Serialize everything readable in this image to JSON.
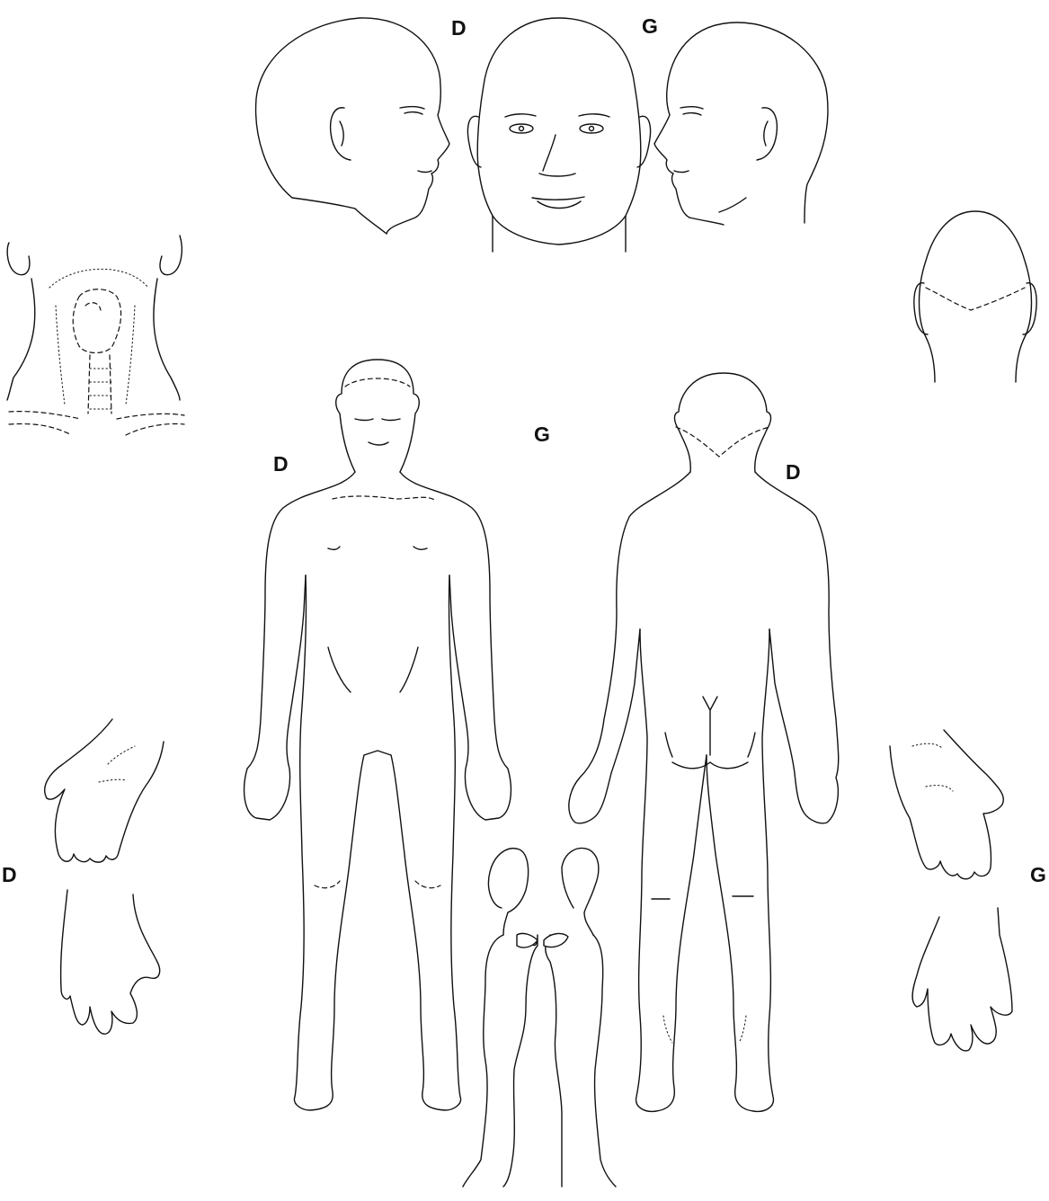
{
  "labels": {
    "head_right": "D",
    "head_left": "G",
    "body_front_right": "D",
    "body_center": "G",
    "body_back_right": "D",
    "hands_left_side": "D",
    "hands_right_side": "G"
  },
  "colors": {
    "line": "#111111",
    "background": "#ffffff"
  }
}
